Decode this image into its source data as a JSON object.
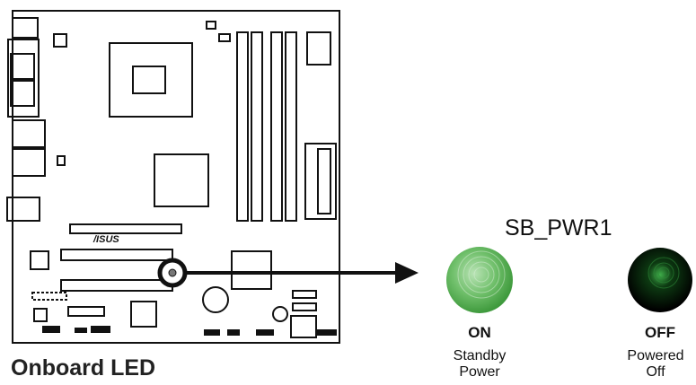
{
  "caption": "Onboard LED",
  "board_logo": "/ISUS",
  "connector": {
    "name": "SB_PWR1"
  },
  "leds": [
    {
      "state": "ON",
      "description_line1": "Standby",
      "description_line2": "Power",
      "color": "#5cb85c"
    },
    {
      "state": "OFF",
      "description_line1": "Powered",
      "description_line2": "Off",
      "color": "#0a0a0a"
    }
  ],
  "colors": {
    "board_line": "#111111",
    "led_on": "#5cb85c",
    "led_off": "#000000"
  }
}
